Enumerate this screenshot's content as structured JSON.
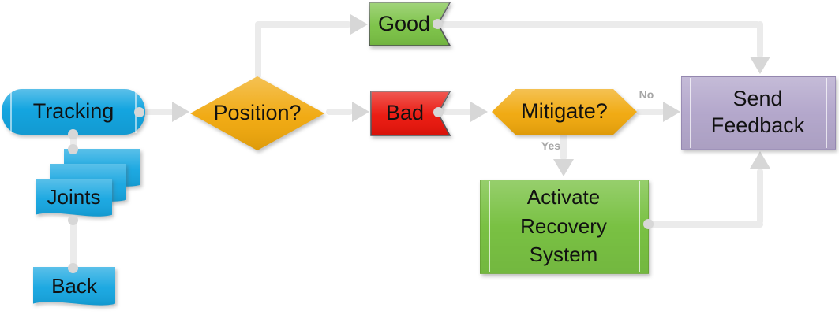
{
  "nodes": {
    "tracking": {
      "label": "Tracking",
      "shape": "stored-data-cylinder"
    },
    "joints": {
      "label": "Joints",
      "shape": "multi-document"
    },
    "back": {
      "label": "Back",
      "shape": "document"
    },
    "position": {
      "label": "Position?",
      "shape": "decision-diamond"
    },
    "good": {
      "label": "Good",
      "shape": "ribbon"
    },
    "bad": {
      "label": "Bad",
      "shape": "ribbon"
    },
    "mitigate": {
      "label": "Mitigate?",
      "shape": "hexagon"
    },
    "send_feedback": {
      "label": "Send Feedback",
      "shape": "predefined-process"
    },
    "activate_recovery": {
      "label": "Activate Recovery System",
      "shape": "predefined-process"
    }
  },
  "edge_labels": {
    "yes": "Yes",
    "no": "No"
  },
  "edges": [
    {
      "from": "Tracking",
      "to": "Position?"
    },
    {
      "from": "Tracking",
      "to": "Joints"
    },
    {
      "from": "Joints",
      "to": "Back"
    },
    {
      "from": "Position?",
      "to": "Good"
    },
    {
      "from": "Position?",
      "to": "Bad"
    },
    {
      "from": "Bad",
      "to": "Mitigate?"
    },
    {
      "from": "Mitigate?",
      "to": "Send Feedback",
      "label": "No"
    },
    {
      "from": "Mitigate?",
      "to": "Activate Recovery System",
      "label": "Yes"
    },
    {
      "from": "Activate Recovery System",
      "to": "Send Feedback"
    },
    {
      "from": "Good",
      "to": "Send Feedback"
    }
  ],
  "colors": {
    "node_blue": "#14a5e0",
    "node_gold": "#f0a70a",
    "node_green": "#79c143",
    "node_red": "#e91309",
    "node_purple": "#b4a8cc",
    "connector": "#ebebeb",
    "arrowhead": "#d7d7d7",
    "edge_label": "#a6a6a6"
  }
}
